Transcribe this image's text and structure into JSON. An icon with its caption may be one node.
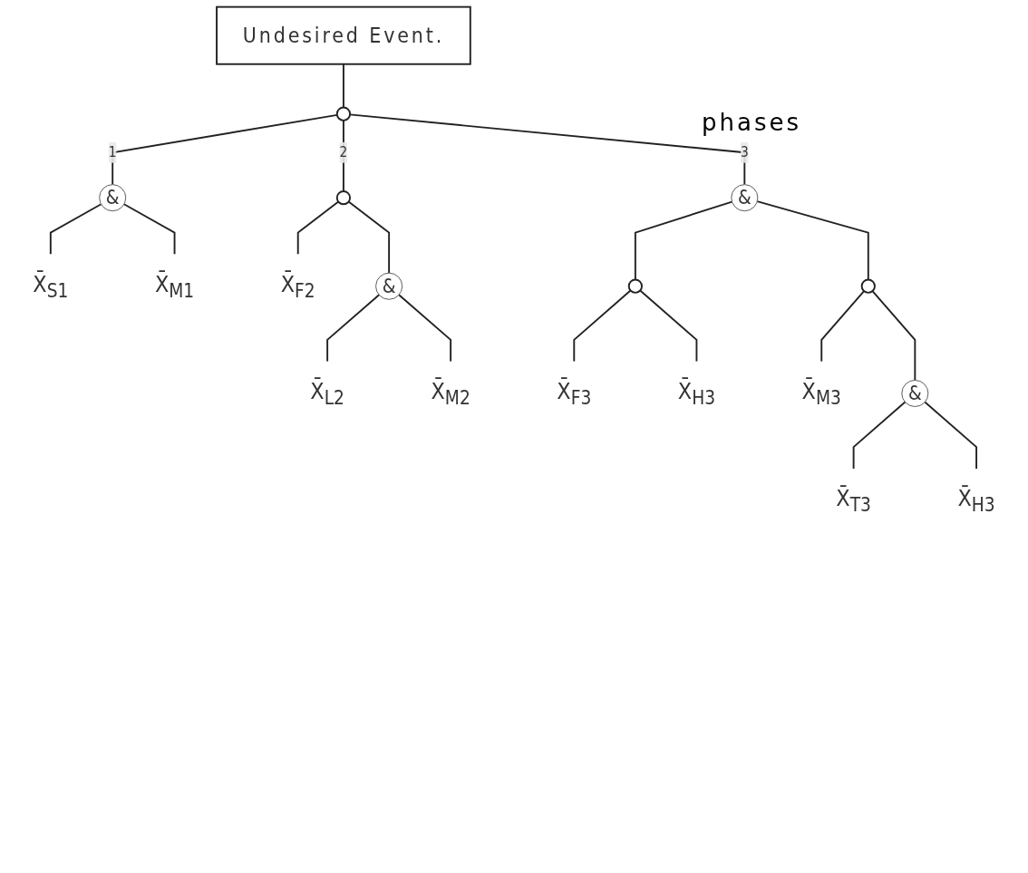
{
  "diagram": {
    "nodes": [
      {
        "text": [
          "Undesired Event."
        ]
      },
      {
        "text": [],
        "shape": "circle"
      },
      {
        "text": [
          "&"
        ]
      },
      {
        "text": [
          "X̄$_{S1}$"
        ]
      },
      {
        "text": [
          "X̄$_{M1}$"
        ]
      },
      {
        "text": [],
        "shape": "circle"
      },
      {
        "text": [
          "X̄$_{F2}$"
        ]
      },
      {
        "text": [
          "&"
        ]
      },
      {
        "text": [
          "X̄$_{L2}$"
        ]
      },
      {
        "text": [
          "X̄$_{M2}$"
        ]
      },
      {
        "text": [
          "&"
        ]
      },
      {
        "text": [],
        "shape": "circle"
      },
      {
        "text": [
          "X̄$_{F3}$"
        ]
      },
      {
        "text": [
          "X̄$_{H3}$"
        ]
      },
      {
        "text": [],
        "shape": "circle"
      },
      {
        "text": [
          "X̄$_{M3}$"
        ]
      },
      {
        "text": [
          "&"
        ]
      },
      {
        "text": [
          "X̄$_{T3}$"
        ]
      },
      {
        "text": [
          "X̄$_{H3}$"
        ]
      }
    ],
    "edges": [
      {
        "from": 0,
        "to": 1,
        "arrow": "none"
      },
      {
        "from": 1,
        "to": 2,
        "arrow": "none",
        "label": "1"
      },
      {
        "from": 1,
        "to": 5,
        "arrow": "none",
        "label": "2"
      },
      {
        "from": 1,
        "to": 10,
        "arrow": "none",
        "label": "3"
      },
      {
        "from": 2,
        "to": 3,
        "arrow": "none"
      },
      {
        "from": 2,
        "to": 4,
        "arrow": "none"
      },
      {
        "from": 5,
        "to": 6,
        "arrow": "none"
      },
      {
        "from": 5,
        "to": 7,
        "arrow": "none"
      },
      {
        "from": 7,
        "to": 8,
        "arrow": "none"
      },
      {
        "from": 7,
        "to": 9,
        "arrow": "none"
      },
      {
        "from": 10,
        "to": 11,
        "arrow": "none"
      },
      {
        "from": 10,
        "to": 14,
        "arrow": "none"
      },
      {
        "from": 11,
        "to": 12,
        "arrow": "none"
      },
      {
        "from": 11,
        "to": 13,
        "arrow": "none"
      },
      {
        "from": 14,
        "to": 15,
        "arrow": "none"
      },
      {
        "from": 14,
        "to": 16,
        "arrow": "none"
      },
      {
        "from": 16,
        "to": 17,
        "arrow": "none"
      },
      {
        "from": 16,
        "to": 18,
        "arrow": "none"
      }
    ],
    "labels": [
      "phases"
    ]
  }
}
